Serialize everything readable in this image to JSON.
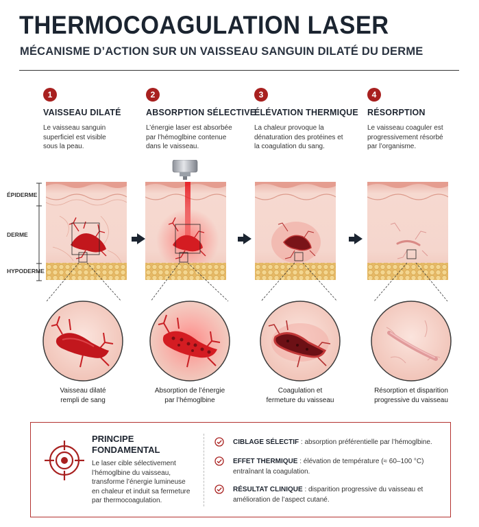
{
  "header": {
    "title": "THERMOCOAGULATION LASER",
    "subtitle": "MÉCANISME D’ACTION SUR UN VAISSEAU SANGUIN DILATÉ DU DERME"
  },
  "layers": {
    "epiderme": "ÉPIDERME",
    "derme": "DERME",
    "hypoderme": "HYPODERME"
  },
  "steps": [
    {
      "number": "1",
      "title": "VAISSEAU DILATÉ",
      "description": "Le vaisseau sanguin superficiel est visible sous la peau.",
      "caption": "Vaisseau dilaté rempli de sang"
    },
    {
      "number": "2",
      "title": "ABSORPTION SÉLECTIVE",
      "description": "L’énergie laser est absorbée par l’hémoglbine contenue dans le vaisseau.",
      "caption": "Absorption de l’énergie par l’hémoglbine"
    },
    {
      "number": "3",
      "title": "ÉLÉVATION THERMIQUE",
      "description": "La chaleur provoque la dénaturation des protéines et la coagulation du sang.",
      "caption": "Coagulation et fermeture du vaisseau"
    },
    {
      "number": "4",
      "title": "RÉSORPTION",
      "description": "Le vaisseau coaguler est progressivement résorbé par l’organisme.",
      "caption": "Résorption et disparition progressive du vaisseau"
    }
  ],
  "principle": {
    "title_line1": "PRINCIPE",
    "title_line2": "FONDAMENTAL",
    "text": "Le laser cible sélectivement l’hémoglbine du vaisseau, transforme l’énergie lumineuse en chaleur et induit sa fermeture par thermocoagulation.",
    "items": [
      {
        "label": "CIBLAGE SÉLECTIF",
        "text": " : absorption préférentielle par l’hémoglbine."
      },
      {
        "label": "EFFET THERMIQUE",
        "text": " : élévation de température (≈ 60–100 °C) entraînant la coagulation."
      },
      {
        "label": "RÉSULTAT CLINIQUE",
        "text": " : disparition progressive du vaisseau et amélioration de l’aspect cutané."
      }
    ]
  },
  "colors": {
    "accent": "#a8201f",
    "skin": "#f3d0c6",
    "fat": "#ecc97a",
    "vessel": "#c81f24",
    "dark": "#1b2430"
  },
  "icons": {
    "step_marker": "number-circle-icon",
    "flow": "arrow-right-icon",
    "target": "target-icon",
    "check": "check-circle-icon"
  }
}
